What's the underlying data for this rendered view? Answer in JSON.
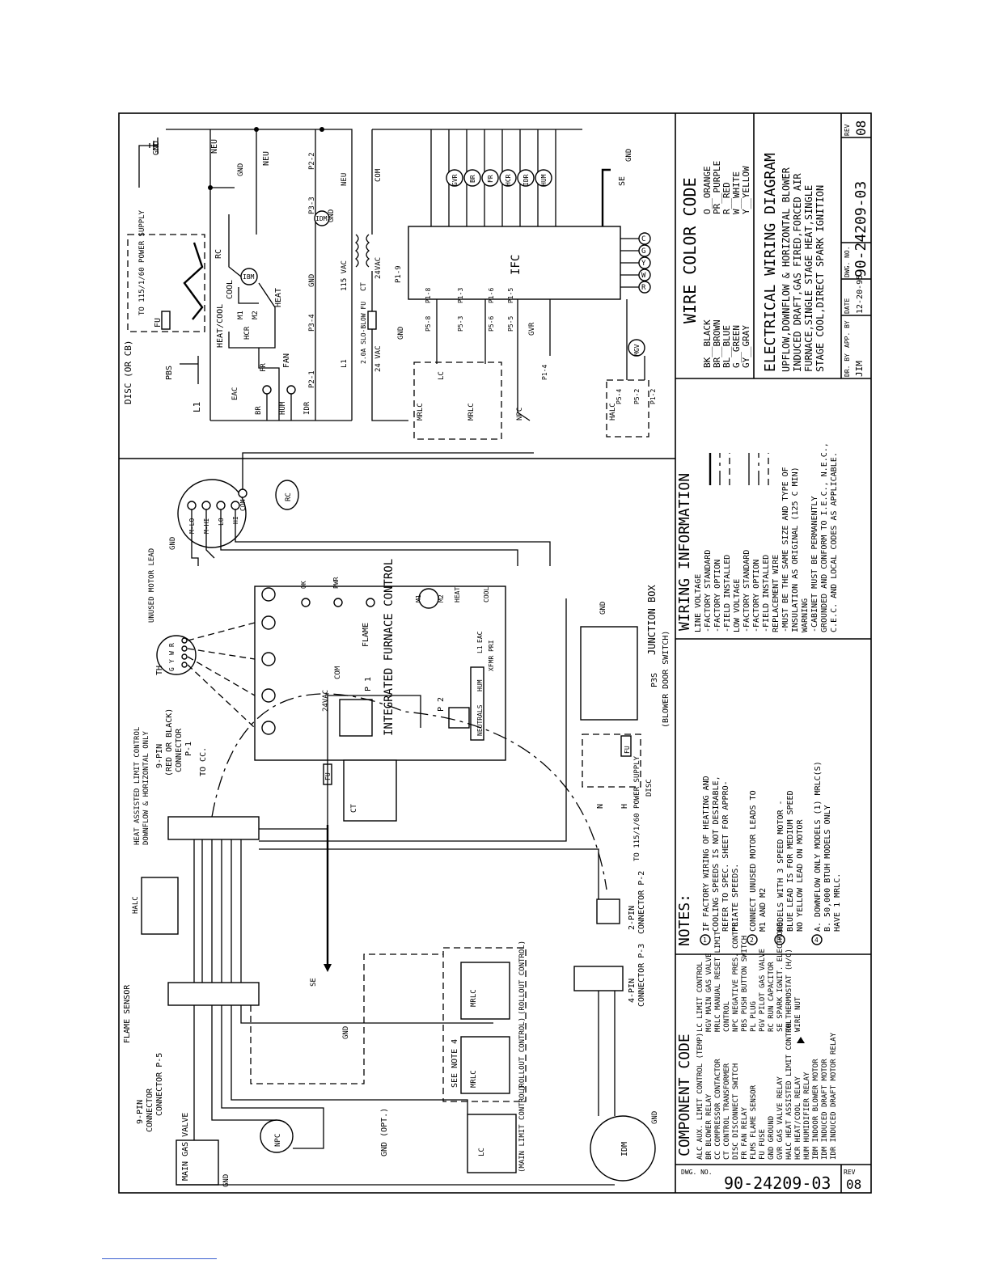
{
  "drawing": {
    "title_line1": "ELECTRICAL WIRING DIAGRAM",
    "title_lines": [
      "UPFLOW,DOWNFLOW & HORIZONTAL BLOWER",
      "INDUCED DRAFT,GAS FIRED,FORCED AIR",
      "FURNACE,SINGLE STAGE HEAT,SINGLE",
      "STAGE COOL,DIRECT SPARK IGNITION"
    ],
    "dr_by_label": "DR. BY",
    "dr_by": "JIM",
    "app_by_label": "APP. BY",
    "date_label": "DATE",
    "date": "12-20-95",
    "dwg_no_label": "DWG. NO.",
    "dwg_no": "90-24209-03",
    "rev_label": "REV",
    "rev": "08"
  },
  "wire_color_code": {
    "title": "WIRE COLOR CODE",
    "left": [
      "BK__BLACK",
      "BR__BROWN",
      "BL__BLUE",
      "G__GREEN",
      "GY__GRAY"
    ],
    "right": [
      "O__ORANGE",
      "PR__PURPLE",
      "R__RED",
      "W__WHITE",
      "Y__YELLOW"
    ]
  },
  "wiring_information": {
    "title": "WIRING INFORMATION",
    "lines": [
      "LINE VOLTAGE",
      "-FACTORY STANDARD",
      "-FACTORY OPTION",
      "-FIELD INSTALLED",
      "LOW VOLTAGE",
      "-FACTORY STANDARD",
      "-FACTORY OPTION",
      "-FIELD INSTALLED",
      "REPLACEMENT WIRE",
      "-MUST BE THE SAME SIZE AND TYPE OF",
      "INSULATION AS ORIGINAL (125 C MIN)",
      "WARNING",
      "-CABINET MUST BE PERMANENTLY",
      "GROUNDED AND CONFORM TO I.E.C., N.E.C.,",
      "C.E.C. AND LOCAL CODES AS APPLICABLE."
    ]
  },
  "notes": {
    "title": "NOTES:",
    "items": [
      "IF FACTORY WIRING OF HEATING AND",
      "COOLING SPEEDS IS NOT DESIRABLE,",
      "REFER TO SPEC. SHEET FOR APPRO-",
      "PRIATE SPEEDS.",
      "CONNECT UNUSED MOTOR LEADS TO",
      "M1 AND M2",
      "MODELS WITH 3 SPEED MOTOR -",
      "BLUE LEAD IS FOR MEDIUM SPEED",
      "NO YELLOW LEAD ON MOTOR",
      "A. DOWNFLOW ONLY MODELS (1) MRLC(S)",
      "B. 50,000 BTUH MODELS ONLY",
      "HAVE 1 MRLC."
    ],
    "markers": [
      "1",
      "2",
      "3",
      "4"
    ]
  },
  "component_code": {
    "title": "COMPONENT CODE",
    "col1": [
      "ALC   AUX. LIMIT CONTROL (TEMP)",
      "BR    BLOWER RELAY",
      "CC    COMPRESSOR CONTACTOR",
      "CT    CONTROL TRANSFORMER",
      "DISC  DISCONNECT SWITCH",
      "FR    FAN RELAY",
      "FLMS  FLAME SENSOR",
      "FU    FUSE",
      "GND   GROUND",
      "GVR   GAS VALVE RELAY",
      "HALC  HEAT ASSISTED LIMIT CONTROL",
      "HCR   HEAT/COOL RELAY",
      "HUM   HUMIDIFIER RELAY",
      "IBM   INDOOR BLOWER MOTOR",
      "IDM   INDUCED DRAFT MOTOR",
      "IDR   INDUCED DRAFT MOTOR RELAY"
    ],
    "col2": [
      "LC    LIMIT CONTROL",
      "MGV   MAIN GAS VALVE",
      "MRLC  MANUAL RESET LIMIT",
      "      CONTROL",
      "NPC   NEGATIVE PRES. CONT'L",
      "PBS   PUSH BUTTON SWITCH",
      "PL    PLUG",
      "PGV   PILOT GAS VALVE",
      "RC    RUN CAPACITOR",
      "SE    SPARK IGNIT. ELECTRODE",
      "TH    THERMOSTAT (H/C)",
      "      WIRE NUT"
    ]
  },
  "schematic": {
    "labels": {
      "disc": "DISC (OR CB)",
      "power_supply": "TO 115/1/60 POWER SUPPLY",
      "l1": "L1",
      "pbs": "PBS",
      "fu": "FU",
      "gnd": "GND",
      "neu": "NEU",
      "heat_cool": "HEAT/COOL",
      "cool": "COOL",
      "heat": "HEAT",
      "fan": "FAN",
      "rc": "RC",
      "ibm": "IBM",
      "m1": "M1",
      "m2": "M2",
      "hcr": "HCR",
      "fr": "FR",
      "eac": "EAC",
      "br": "BR",
      "hum": "HUM",
      "idr": "IDR",
      "p2_1": "P2-1",
      "p3_4": "P3-4",
      "p3_3": "P3-3",
      "p2_2": "P2-2",
      "idm": "IDM",
      "vac115": "115 VAC",
      "ct": "CT",
      "vac24": "24VAC",
      "fuse": "2.0A SLO-BLOW FU",
      "vac24b": "24 VAC",
      "com": "COM",
      "p1_9": "P1-9",
      "ifc": "IFC",
      "relays": [
        "GVR",
        "BR",
        "FR",
        "HCR",
        "IDR",
        "HUM"
      ],
      "terminals": [
        "R",
        "W",
        "Y",
        "G",
        "C"
      ],
      "se": "SE",
      "pins": [
        "P5-8",
        "P1-8",
        "P5-3",
        "P1-3",
        "P5-6",
        "P1-6",
        "P5-5",
        "P1-5",
        "P1-4",
        "P5-4",
        "P5-2",
        "P1-2"
      ],
      "lc": "LC",
      "mrlc": "MRLC",
      "npc": "NPC",
      "halc": "HALC",
      "mgv": "MGV",
      "gvr": "GVR"
    }
  },
  "pictorial": {
    "labels": {
      "heat_assisted": "HEAT ASSISTED LIMIT CONTROL",
      "heat_assisted2": "DOWNFLOW & HORIZONTAL ONLY",
      "nine_pin": "9-PIN",
      "red_black": "(RED OR BLACK)",
      "connector": "CONNECTOR",
      "p1": "P-1",
      "to_cc": "TO CC.",
      "th": "TH",
      "th_pins": [
        "G",
        "Y",
        "W",
        "R"
      ],
      "unused_motor": "UNUSED MOTOR LEAD",
      "ibm_pins": [
        "M-LO",
        "M-HI",
        "LO",
        "HI",
        "COM"
      ],
      "ifc_title": "INTEGRATED FURNACE CONTROL",
      "flame": "FLAME",
      "ok": "OK",
      "pwr": "PWR",
      "p1_label": "P 1",
      "p2_label": "P 2",
      "vac24": "24VAC",
      "com": "COM",
      "neutrals": "NEUTRALS",
      "hum": "HUM",
      "eac": "EAC",
      "l1": "L1",
      "xfmr": "XFMR PRI",
      "m1": "M1",
      "m2": "M2",
      "heat": "HEAT",
      "cool": "COOL",
      "junction_box": "JUNCTION BOX",
      "p3s": "P3S",
      "blower_door": "(BLOWER DOOR SWITCH)",
      "to_power": "TO 115/1/60 POWER SUPPLY",
      "n": "N",
      "h": "H",
      "disc": "DISC",
      "fu": "FU",
      "two_pin": "2-PIN",
      "connector_p2": "CONNECTOR P-2",
      "four_pin": "4-PIN",
      "connector_p3": "CONNECTOR P-3",
      "flame_sensor": "FLAME SENSOR",
      "nine_pin2": "9-PIN",
      "connector_p5": "CONNECTOR P-5",
      "see_note": "SEE NOTE 4",
      "rollout": "(ROLLOUT CONTROL)",
      "main_limit": "(MAIN LIMIT CONTROL)",
      "gnd_opt": "GND (OPT.)",
      "main_gas": "MAIN GAS VALVE",
      "idm": "IDM",
      "npc": "NPC",
      "gnd": "GND",
      "se": "SE",
      "ct": "CT",
      "halc": "HALC",
      "lc": "LC",
      "mrlc": "MRLC",
      "rc": "RC"
    }
  }
}
